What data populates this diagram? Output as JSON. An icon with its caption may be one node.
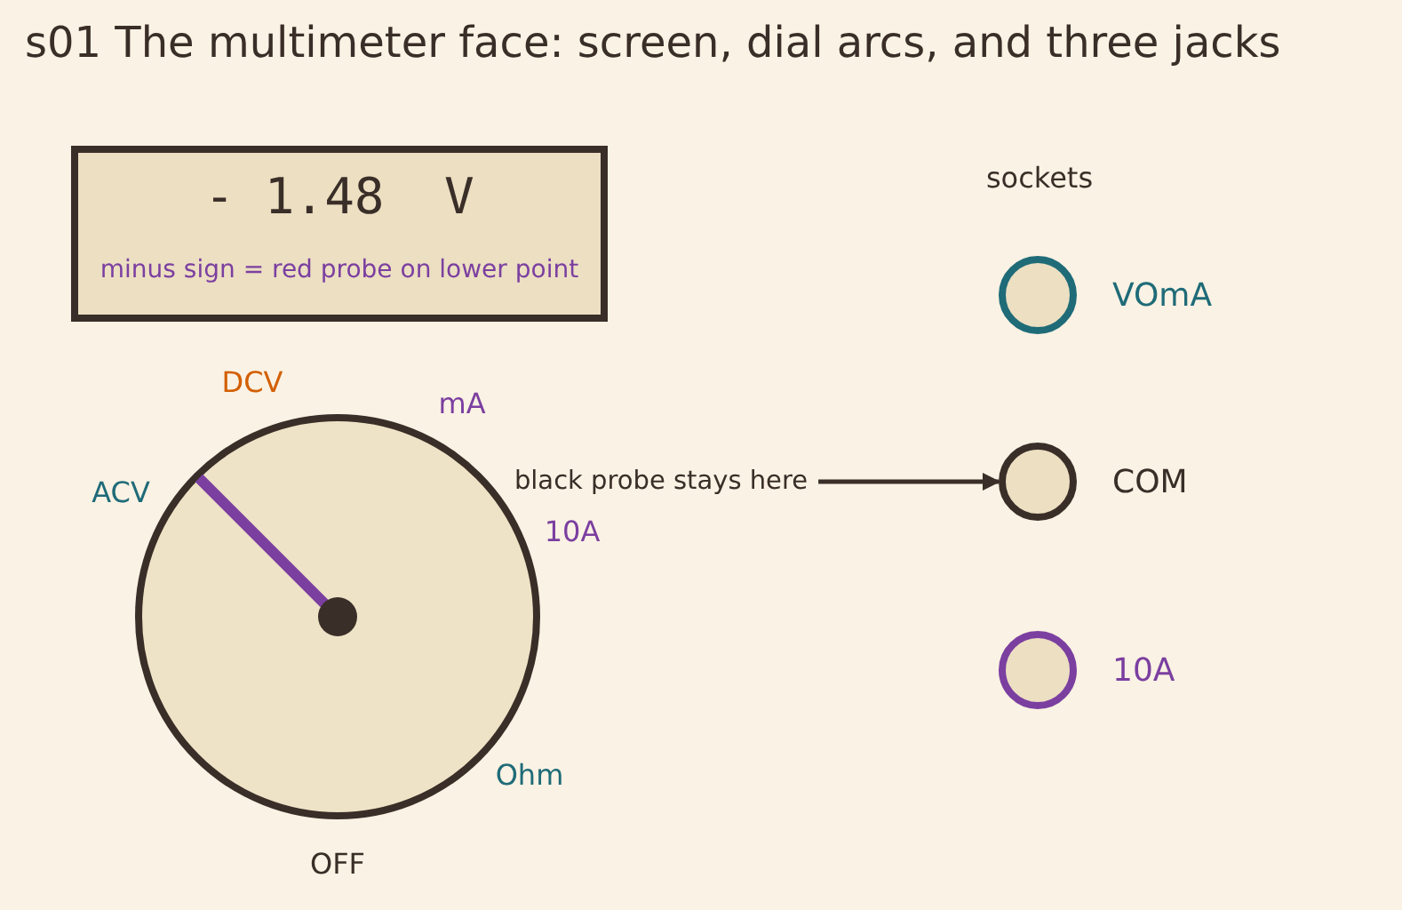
{
  "diagram": {
    "title": "s01  The multimeter face: screen, dial arcs, and three jacks",
    "nodes": [
      {
        "text": [
          "- 1.48  V",
          "minus sign = red probe on lower point"
        ]
      },
      {
        "text": [],
        "shape": "circle"
      },
      {
        "text": [
          "black probe stays here"
        ]
      },
      {
        "text": [
          "VOmA"
        ]
      },
      {
        "text": [
          "COM"
        ]
      },
      {
        "text": [
          "10A"
        ]
      }
    ],
    "edges": [
      {
        "from": 2,
        "to": 4,
        "arrow": "to"
      }
    ],
    "labels": [
      "sockets",
      "DCV",
      "mA",
      "ACV",
      "10A",
      "Ohm",
      "OFF"
    ]
  }
}
